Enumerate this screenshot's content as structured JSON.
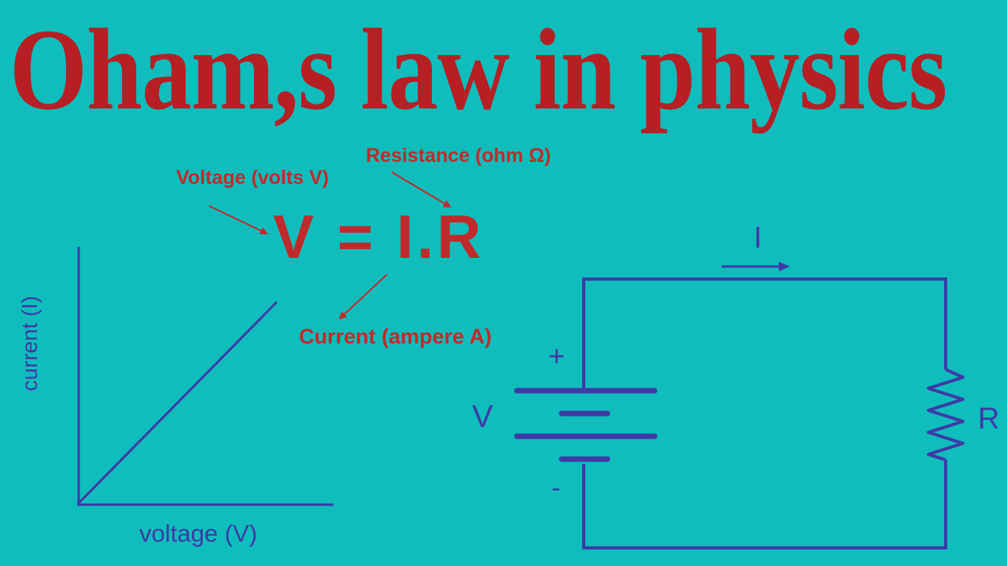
{
  "title": "Oham,s law in physics",
  "formula": {
    "text": "V = I.R",
    "voltage_label": "Voltage (volts V)",
    "resistance_label": "Resistance (ohm Ω)",
    "current_label": "Current (ampere A)"
  },
  "graph": {
    "x_label": "voltage (V)",
    "y_label": "current (I)"
  },
  "circuit": {
    "current_symbol": "I",
    "voltage_symbol": "V",
    "resistor_symbol": "R",
    "plus_sign": "+",
    "minus_sign": "-"
  },
  "colors": {
    "background": "#0fbdbd",
    "title": "#b61f24",
    "annotation": "#c12a2a",
    "diagram": "#3d3aa6"
  }
}
